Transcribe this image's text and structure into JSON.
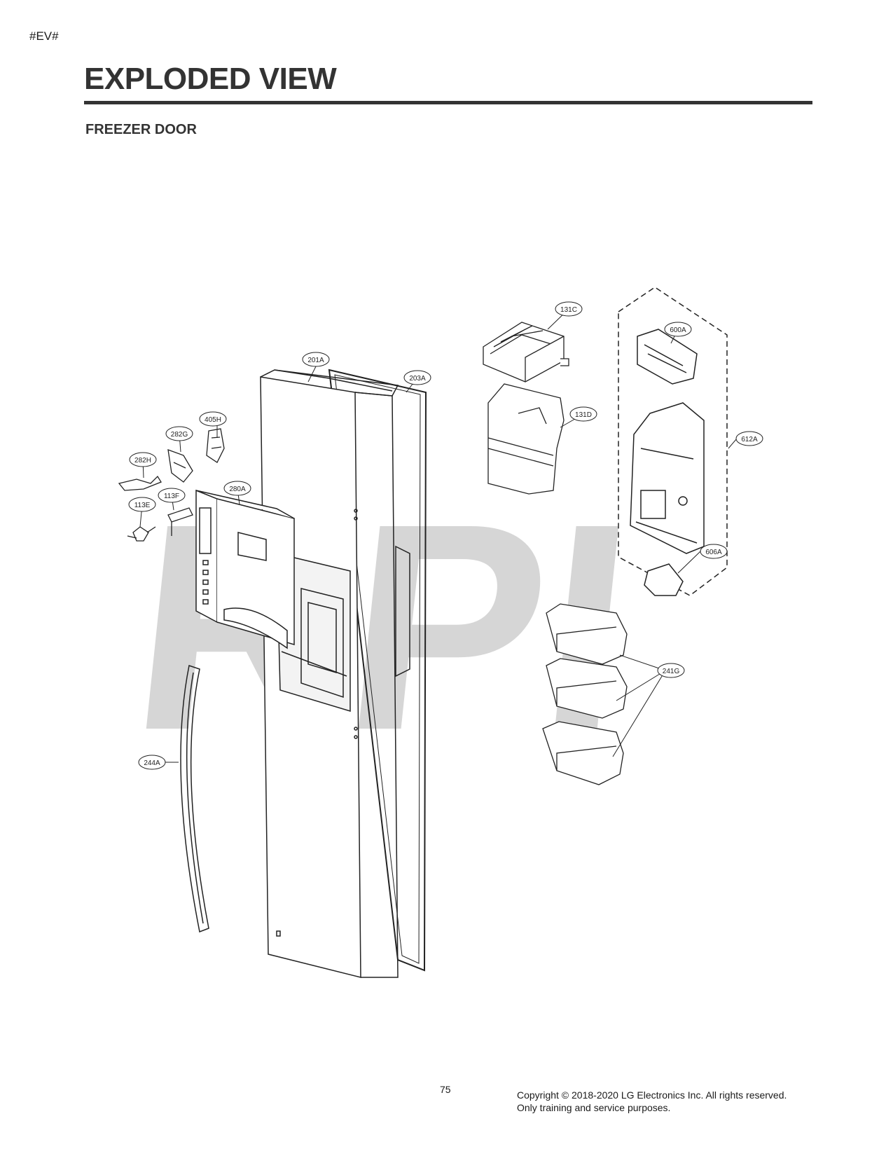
{
  "page": {
    "tag": "#EV#",
    "title": "EXPLODED VIEW",
    "subtitle": "FREEZER DOOR",
    "page_number": "75",
    "copyright": "Copyright © 2018-2020 LG Electronics Inc. All rights reserved. Only training and service purposes."
  },
  "watermark": "RPI",
  "callouts": {
    "c131C": "131C",
    "c600A": "600A",
    "c201A": "201A",
    "c203A": "203A",
    "c131D": "131D",
    "c612A": "612A",
    "c405H": "405H",
    "c282G": "282G",
    "c282H": "282H",
    "c280A": "280A",
    "c113E": "113E",
    "c113F": "113F",
    "c606A": "606A",
    "c241G": "241G",
    "c244A": "244A"
  }
}
